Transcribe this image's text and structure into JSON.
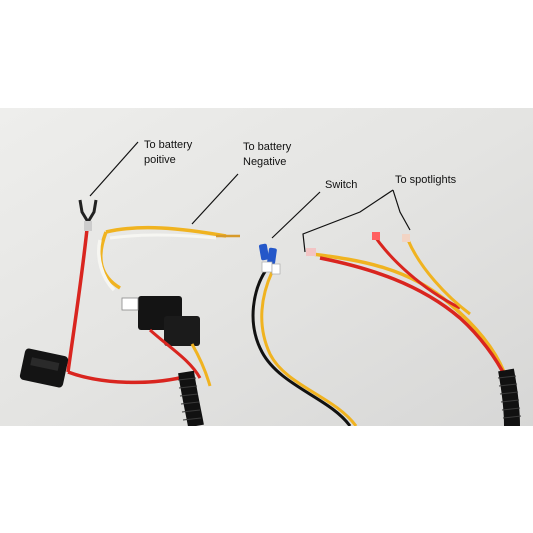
{
  "annotations": {
    "battery_positive": [
      "To battery",
      "poitive"
    ],
    "battery_negative": [
      "To battery",
      "Negative"
    ],
    "switch": "Switch",
    "spotlights": "To spotlights"
  }
}
